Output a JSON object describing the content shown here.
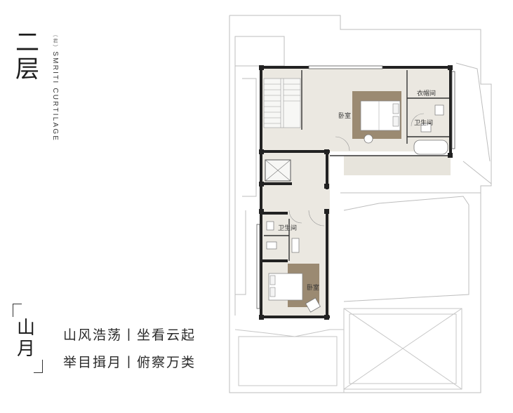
{
  "title": {
    "floor": "二层",
    "brand_cn": "(君)",
    "brand_line1": "SMRITI",
    "brand_line2": "CURTILAGE"
  },
  "name": "山月",
  "poem": {
    "line1": "山风浩荡丨坐看云起",
    "line2": "举目揖月丨俯察万类"
  },
  "rooms": {
    "bedroom_main": "卧室",
    "closet": "衣帽间",
    "bath_main": "卫生间",
    "bath_second": "卫生间",
    "bedroom_second": "卧室"
  },
  "colors": {
    "wall": "#222222",
    "floor_wood": "#ece9e2",
    "rug": "#9b8a72",
    "line": "#bdbdbd",
    "text": "#2a2a2a"
  }
}
